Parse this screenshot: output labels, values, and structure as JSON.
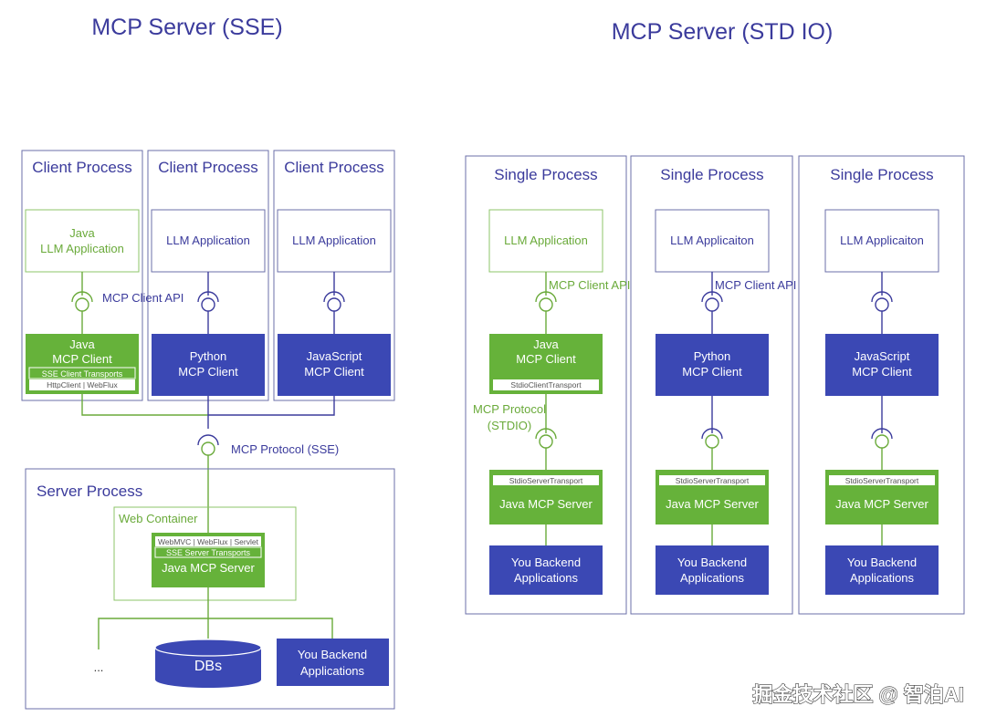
{
  "titles": {
    "sse": "MCP Server (SSE)",
    "stdio": "MCP Server (STD IO)"
  },
  "sse": {
    "client_processes": [
      {
        "label": "Client Process",
        "app": [
          "Java",
          "LLM Application"
        ],
        "client": [
          "Java",
          "MCP Client"
        ],
        "transport_label": "SSE Client Transports",
        "transport_detail": "HttpClient | WebFlux"
      },
      {
        "label": "Client Process",
        "app": [
          "LLM Application"
        ],
        "client": [
          "Python",
          "MCP Client"
        ]
      },
      {
        "label": "Client Process",
        "app": [
          "LLM Application"
        ],
        "client": [
          "JavaScript",
          "MCP Client"
        ]
      }
    ],
    "client_api_label": "MCP Client API",
    "protocol_label": "MCP Protocol (SSE)",
    "server_process": {
      "label": "Server Process",
      "container_label": "Web Container",
      "server_detail": "WebMVC | WebFlux | Servlet",
      "server_transport": "SSE Server Transports",
      "server_label": "Java MCP Server",
      "ellipsis": "...",
      "db_label": "DBs",
      "backend": [
        "You Backend",
        "Applications"
      ]
    }
  },
  "stdio": {
    "processes": [
      {
        "label": "Single Process",
        "app": "LLM Application",
        "client": [
          "Java",
          "MCP Client"
        ],
        "client_transport": "StdioClientTransport",
        "api_label": "MCP Client API",
        "protocol_label": [
          "MCP Protocol",
          "(STDIO)"
        ],
        "server_transport": "StdioServerTransport",
        "server_label": "Java MCP Server",
        "backend": [
          "You Backend",
          "Applications"
        ]
      },
      {
        "label": "Single Process",
        "app": "LLM Applicaiton",
        "client": [
          "Python",
          "MCP Client"
        ],
        "api_label": "MCP Client API",
        "server_transport": "StdioServerTransport",
        "server_label": "Java MCP Server",
        "backend": [
          "You Backend",
          "Applications"
        ]
      },
      {
        "label": "Single Process",
        "app": "LLM Applicaiton",
        "client": [
          "JavaScript",
          "MCP Client"
        ],
        "server_transport": "StdioServerTransport",
        "server_label": "Java MCP Server",
        "backend": [
          "You Backend",
          "Applications"
        ]
      }
    ]
  },
  "watermark": "掘金技术社区 @ 智泊AI",
  "colors": {
    "title_blue": "#3b3b9c",
    "box_blue": "#3b48b4",
    "box_green": "#66b23a",
    "line_green": "#6aaa3a",
    "line_blue": "#3b3b9c",
    "border_gray": "#6b6fa8"
  }
}
